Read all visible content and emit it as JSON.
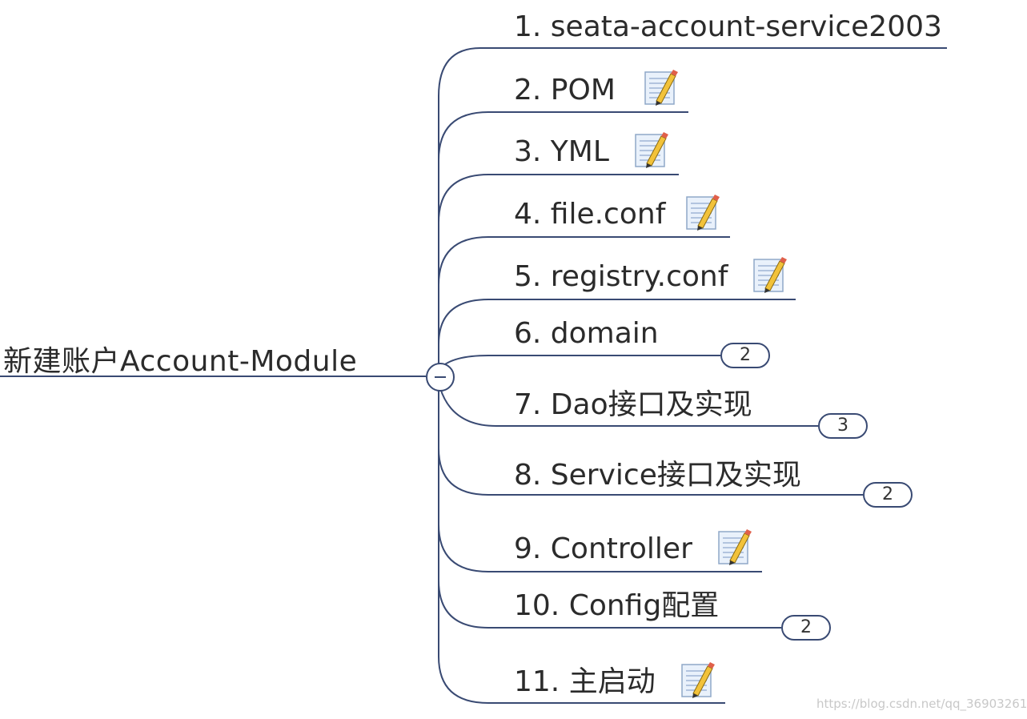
{
  "root": {
    "label": "新建账户Account-Module"
  },
  "branches": [
    {
      "label": "1. seata-account-service2003"
    },
    {
      "label": "2. POM",
      "icon": "note-pencil-icon"
    },
    {
      "label": "3. YML",
      "icon": "note-pencil-icon"
    },
    {
      "label": "4. file.conf",
      "icon": "note-pencil-icon"
    },
    {
      "label": "5. registry.conf",
      "icon": "note-pencil-icon"
    },
    {
      "label": "6. domain",
      "children_count": "2"
    },
    {
      "label": "7. Dao接口及实现",
      "children_count": "3"
    },
    {
      "label": "8. Service接口及实现",
      "children_count": "2"
    },
    {
      "label": "9. Controller",
      "icon": "note-pencil-icon"
    },
    {
      "label": "10. Config配置",
      "children_count": "2"
    },
    {
      "label": "11. 主启动",
      "icon": "note-pencil-icon"
    }
  ],
  "watermark": "https://blog.csdn.net/qq_36903261",
  "colors": {
    "line": "#394a73",
    "text": "#2b2b2b",
    "badge_border": "#394a73"
  }
}
